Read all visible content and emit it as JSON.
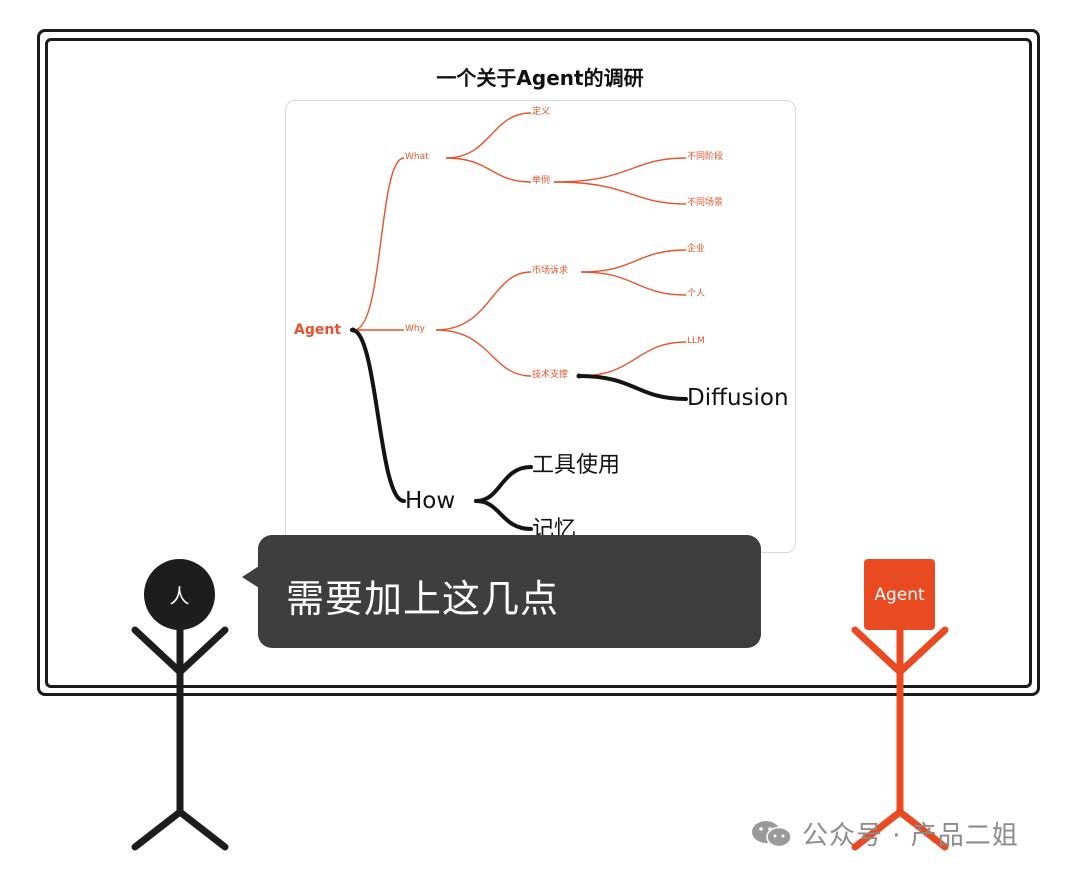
{
  "board": {
    "title": "一个关于Agent的调研"
  },
  "mindmap": {
    "root": "Agent",
    "what": "What",
    "what_children": [
      "定义",
      "举例"
    ],
    "example_children": [
      "不同阶段",
      "不同场景"
    ],
    "why": "Why",
    "why_children": [
      "市场诉求",
      "技术支撑"
    ],
    "market_children": [
      "企业",
      "个人"
    ],
    "tech_children": [
      "LLM",
      "Diffusion"
    ],
    "how": "How",
    "how_children": [
      "工具使用",
      "记忆"
    ]
  },
  "speech": {
    "text": "需要加上这几点"
  },
  "person": {
    "label": "人"
  },
  "agent": {
    "label": "Agent"
  },
  "watermark": {
    "text": "公众号 · 产品二姐",
    "icon": "wechat-icon"
  },
  "colors": {
    "accent": "#ea4a22",
    "dark": "#1d1d1d",
    "bubble": "#3e3e3e"
  }
}
